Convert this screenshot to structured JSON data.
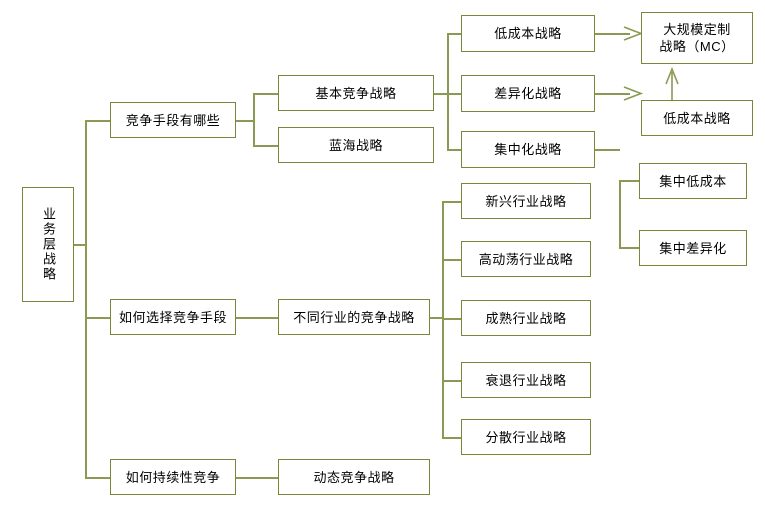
{
  "diagram": {
    "type": "tree",
    "orientation": "left-to-right",
    "accent_color": "#77883b",
    "line_color": "#8a9a54",
    "background": "#ffffff",
    "root": {
      "label": "业务层战略",
      "orientation": "vertical"
    },
    "level2": [
      {
        "label": "竞争手段有哪些"
      },
      {
        "label": "如何选择竞争手段"
      },
      {
        "label": "如何持续性竞争"
      }
    ],
    "level3": [
      {
        "label": "基本竞争战略"
      },
      {
        "label": "蓝海战略"
      },
      {
        "label": "不同行业的竞争战略"
      },
      {
        "label": "动态竞争战略"
      }
    ],
    "level4_basic": [
      {
        "label": "低成本战略"
      },
      {
        "label": "差异化战略"
      },
      {
        "label": "集中化战略"
      }
    ],
    "level4_industry": [
      {
        "label": "新兴行业战略"
      },
      {
        "label": "高动荡行业战略"
      },
      {
        "label": "成熟行业战略"
      },
      {
        "label": "衰退行业战略"
      },
      {
        "label": "分散行业战略"
      }
    ],
    "level5_mc": [
      {
        "label": "大规模定制\n战略（MC）"
      },
      {
        "label": "低成本战略"
      }
    ],
    "level5_focus": [
      {
        "label": "集中低成本"
      },
      {
        "label": "集中差异化"
      }
    ]
  }
}
